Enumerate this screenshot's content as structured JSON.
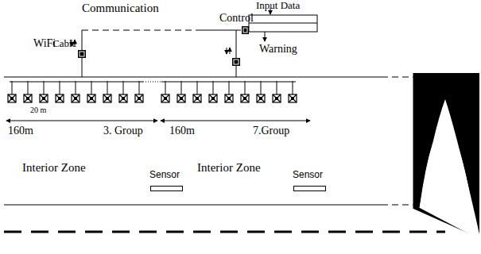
{
  "diagram": {
    "nodes": [
      {
        "text": [
          "Sensor"
        ]
      },
      {
        "text": [
          "Sensor"
        ]
      }
    ],
    "labels": [
      "Communication",
      "Control",
      "Input Data",
      "WiFi",
      "Cable",
      "Warning",
      "20 m",
      "160m",
      "3. Group",
      "160m",
      "7.Group",
      "Interior Zone",
      "Interior Zone"
    ]
  }
}
